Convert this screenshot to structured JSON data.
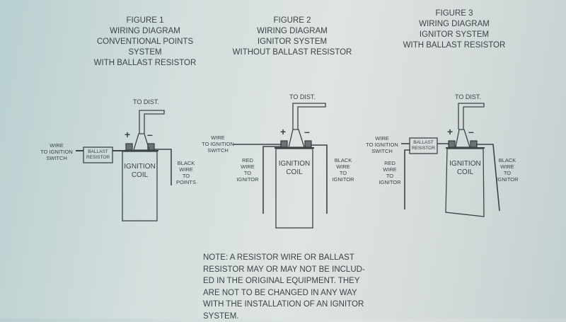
{
  "figures": [
    {
      "title": "FIGURE 1\nWIRING DIAGRAM\nCONVENTIONAL POINTS\nSYSTEM\nWITH BALLAST RESISTOR",
      "to_dist": "TO DIST.",
      "plus": "+",
      "minus": "–",
      "coil": "IGNITION\nCOIL",
      "wire_switch": "WIRE\nTO IGNITION\nSWITCH",
      "ballast": "BALLAST\nRESISTOR",
      "black_wire": "BLACK\nWIRE\nTO\nPOINTS"
    },
    {
      "title": "FIGURE 2\nWIRING DIAGRAM\nIGNITOR SYSTEM\nWITHOUT BALLAST RESISTOR",
      "to_dist": "TO DIST.",
      "plus": "+",
      "minus": "–",
      "coil": "IGNITION\nCOIL",
      "wire_switch": "WIRE\nTO IGNITION\nSWITCH",
      "red_wire": "RED\nWIRE\nTO\nIGNITOR",
      "black_wire": "BLACK\nWIRE\nTO\nIGNITOR"
    },
    {
      "title": "FIGURE 3\nWIRING DIAGRAM\nIGNITOR SYSTEM\nWITH BALLAST RESISTOR",
      "to_dist": "TO DIST.",
      "plus": "+",
      "minus": "–",
      "coil": "IGNITION\nCOIL",
      "wire_switch": "WIRE\nTO IGNITION\nSWITCH",
      "ballast": "BALLAST\nRESISTOR",
      "red_wire": "RED\nWIRE\nTO\nIGNITOR",
      "black_wire": "BLACK\nWIRE\nTO\nIGNITOR"
    }
  ],
  "note": "NOTE:   A RESISTOR WIRE OR BALLAST\nRESISTOR MAY OR MAY NOT BE INCLUD-\nED IN THE ORIGINAL EQUIPMENT. THEY\nARE NOT TO BE CHANGED IN ANY WAY\nWITH THE INSTALLATION OF AN IGNITOR\nSYSTEM."
}
